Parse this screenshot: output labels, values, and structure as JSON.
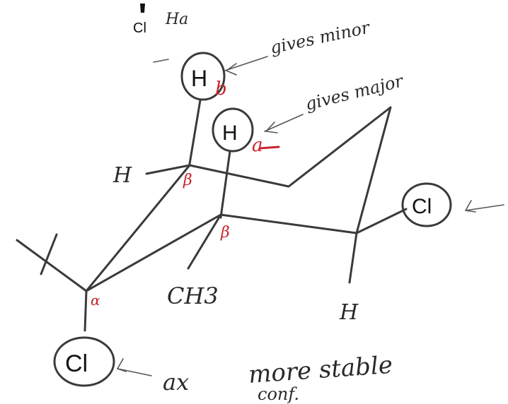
{
  "top_label": {
    "atom": "Cl",
    "h_label": "Ha"
  },
  "annotations": {
    "gives_minor": "gives minor",
    "gives_major": "gives major",
    "more_stable": "more stable",
    "conf": "conf.",
    "ax": "ax"
  },
  "atoms": {
    "hb_atom": "H",
    "hb_label": "b",
    "ha_atom": "H",
    "ha_label": "a",
    "left_h": "H",
    "cl_right": "Cl",
    "cl_bottom": "Cl",
    "ch3": "CH3",
    "h_bottom": "H"
  },
  "positions": {
    "beta_1": "β",
    "beta_2": "β",
    "alpha": "α"
  },
  "colors": {
    "ink": "#3a3a3a",
    "red_ink": "#c8242b"
  }
}
